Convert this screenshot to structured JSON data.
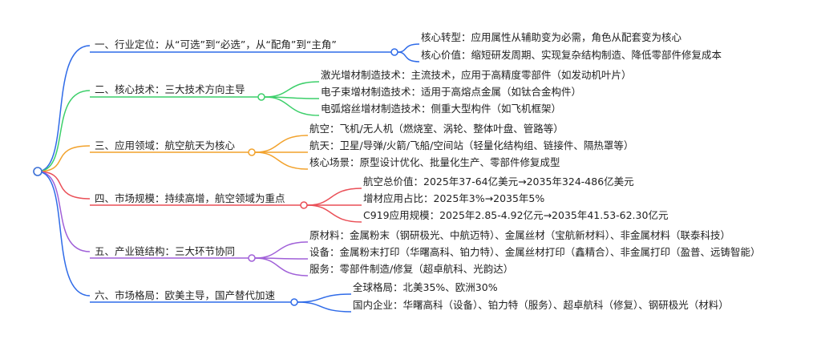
{
  "root": {
    "color": "#3a6fd6"
  },
  "branches": [
    {
      "label": "一、行业定位：从“可选”到“必选”，从“配角”到“主角”",
      "color": "#2f6be8",
      "children": [
        "核心转型：应用属性从辅助变为必需，角色从配套变为核心",
        "核心价值：缩短研发周期、实现复杂结构制造、降低零部件修复成本"
      ]
    },
    {
      "label": "二、核心技术：三大技术方向主导",
      "color": "#3ccf6a",
      "children": [
        "激光增材制造技术：主流技术，应用于高精度零部件（如发动机叶片）",
        "电子束增材制造技术：适用于高熔点金属（如钛合金构件）",
        "电弧熔丝增材制造技术：侧重大型构件（如飞机框架）"
      ]
    },
    {
      "label": "三、应用领域：航空航天为核心",
      "color": "#f2a22c",
      "children": [
        "航空：飞机/无人机（燃烧室、涡轮、整体叶盘、管路等）",
        "航天：卫星/导弹/火箭/飞船/空间站（轻量化结构组、链接件、隔热罩等）",
        "核心场景：原型设计优化、批量化生产、零部件修复成型"
      ]
    },
    {
      "label": "四、市场规模：持续高增，航空领域为重点",
      "color": "#ea4f57",
      "children": [
        "航空总价值：2025年37-64亿美元→2035年324-486亿美元",
        "增材应用占比：2025年3%→2035年5%",
        "C919应用规模：2025年2.85-4.92亿元→2035年41.53-62.30亿元"
      ]
    },
    {
      "label": "五、产业链结构：三大环节协同",
      "color": "#a060d8",
      "children": [
        "原材料：金属粉末（钢研极光、中航迈特）、金属丝材（宝航新材料）、非金属材料（联泰科技）",
        "设备：金属粉末打印（华曙高科、铂力特）、金属丝材打印（鑫精合）、非金属打印（盈普、远铸智能）",
        "服务：零部件制造/修复（超卓航科、光韵达）"
      ]
    },
    {
      "label": "六、市场格局：欧美主导，国产替代加速",
      "color": "#2f6be8",
      "children": [
        "全球格局：北美35%、欧洲30%",
        "国内企业：华曙高科（设备）、铂力特（服务）、超卓航科（修复）、钢研极光（材料）"
      ]
    }
  ]
}
